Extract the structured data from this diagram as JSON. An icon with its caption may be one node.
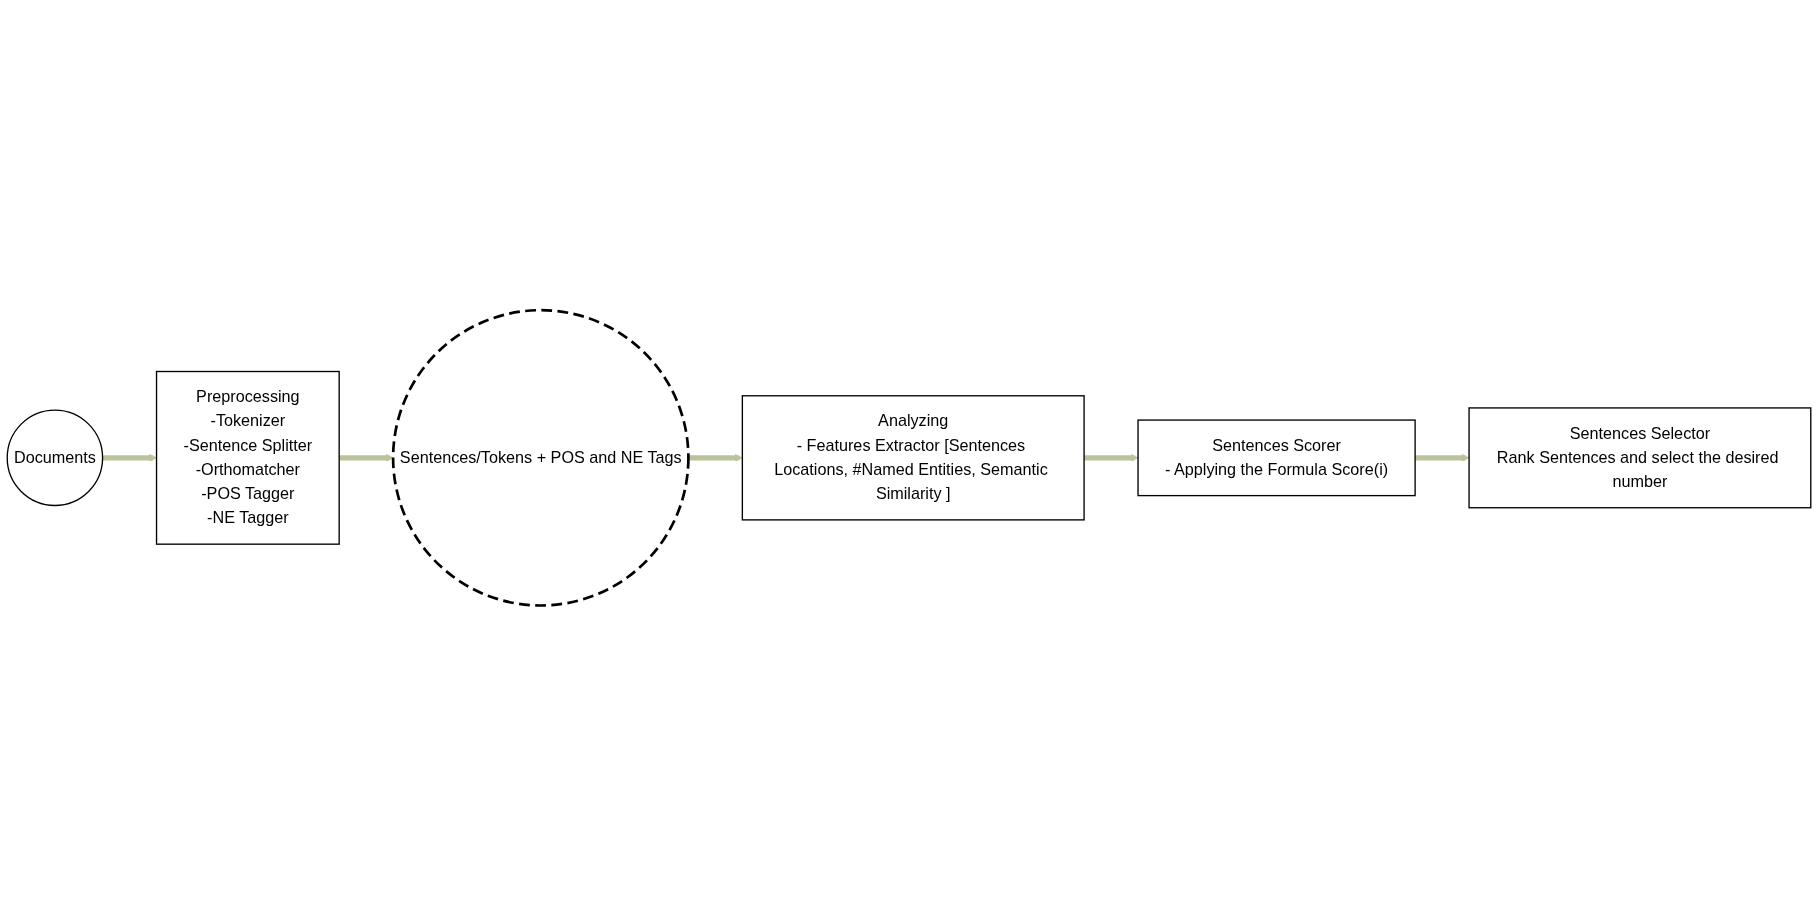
{
  "diagram": {
    "nodes": [
      {
        "text": [
          "Documents"
        ]
      },
      {
        "text": [
          "Preprocessing",
          "-Tokenizer",
          "-Sentence Splitter",
          "-Orthomatcher",
          "-POS Tagger",
          "-NE Tagger"
        ]
      },
      {
        "text": [
          "Sentences/Tokens + POS and NE Tags"
        ]
      },
      {
        "text": [
          "Analyzing",
          "- Features Extractor [Sentences Locations, #Named Entities, Semantic Similarity ]"
        ]
      },
      {
        "text": [
          "Sentences Scorer",
          "- Applying the Formula Score(i)"
        ]
      },
      {
        "text": [
          "Sentences Selector",
          "Rank Sentences and select the desired number"
        ]
      }
    ],
    "edges": [
      {
        "from": 0,
        "to": 1,
        "arrow": "to"
      },
      {
        "from": 1,
        "to": 2,
        "arrow": "to"
      },
      {
        "from": 2,
        "to": 3,
        "arrow": "to"
      },
      {
        "from": 3,
        "to": 4,
        "arrow": "to"
      },
      {
        "from": 4,
        "to": 5,
        "arrow": "to"
      }
    ]
  }
}
